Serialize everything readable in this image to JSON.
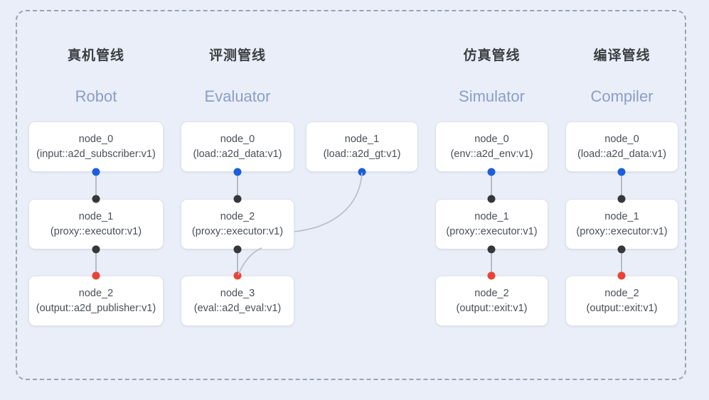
{
  "frame": {
    "border_style": "dashed",
    "border_color": "#9aa3b4",
    "background_color": "#e9eef8"
  },
  "palette": {
    "title_cn_color": "#3c4043",
    "title_en_color": "#8b9dc9",
    "node_text_color": "#4a4f57",
    "node_background": "#ffffff",
    "node_border": "#dfe3ea",
    "edge_color": "#b6bcc8",
    "port_input_blue": "#1b5fd9",
    "port_relay_black": "#35373b",
    "port_output_red": "#ea4335"
  },
  "columns": [
    {
      "title_cn": "真机管线",
      "title_en": "Robot",
      "nodes": [
        {
          "id": "node_0",
          "type": "(input::a2d_subscriber:v1)"
        },
        {
          "id": "node_1",
          "type": "(proxy::executor:v1)"
        },
        {
          "id": "node_2",
          "type": "(output::a2d_publisher:v1)"
        }
      ]
    },
    {
      "title_cn": "评测管线",
      "title_en": "Evaluator",
      "nodes": [
        {
          "id": "node_0",
          "type": "(load::a2d_data:v1)"
        },
        {
          "id": "node_1",
          "type": "(load::a2d_gt:v1)"
        },
        {
          "id": "node_2",
          "type": "(proxy::executor:v1)"
        },
        {
          "id": "node_3",
          "type": "(eval::a2d_eval:v1)"
        }
      ]
    },
    {
      "title_cn": "仿真管线",
      "title_en": "Simulator",
      "nodes": [
        {
          "id": "node_0",
          "type": "(env::a2d_env:v1)"
        },
        {
          "id": "node_1",
          "type": "(proxy::executor:v1)"
        },
        {
          "id": "node_2",
          "type": "(output::exit:v1)"
        }
      ]
    },
    {
      "title_cn": "编译管线",
      "title_en": "Compiler",
      "nodes": [
        {
          "id": "node_0",
          "type": "(load::a2d_data:v1)"
        },
        {
          "id": "node_1",
          "type": "(proxy::executor:v1)"
        },
        {
          "id": "node_2",
          "type": "(output::exit:v1)"
        }
      ]
    }
  ]
}
